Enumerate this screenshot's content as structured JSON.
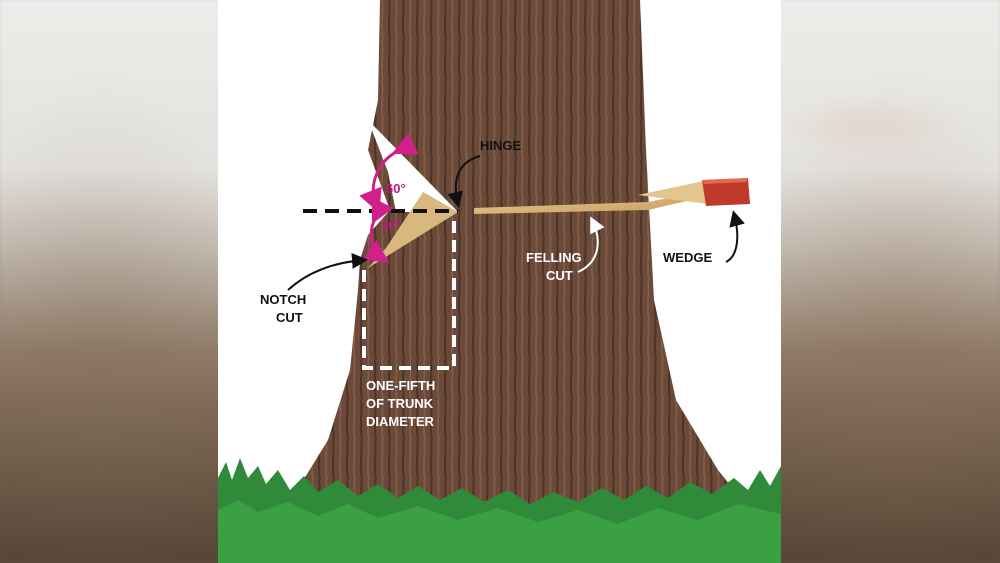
{
  "labels": {
    "hinge": "HINGE",
    "angle_top": "60°",
    "angle_bottom": "30°",
    "notch_cut_line1": "NOTCH",
    "notch_cut_line2": "CUT",
    "felling_cut_line1": "FELLING",
    "felling_cut_line2": "CUT",
    "wedge": "WEDGE",
    "depth_line1": "ONE-FIFTH",
    "depth_line2": "OF TRUNK",
    "depth_line3": "DIAMETER"
  },
  "colors": {
    "bark": "#6b4a3a",
    "bark_dark": "#4e3328",
    "wood": "#d8b57a",
    "wedge_tip": "#c0392b",
    "angle_arrows": "#d0208a",
    "grass": "#2f8a3a",
    "dashed_lines": "#ffffff",
    "reference_line": "#111111"
  }
}
